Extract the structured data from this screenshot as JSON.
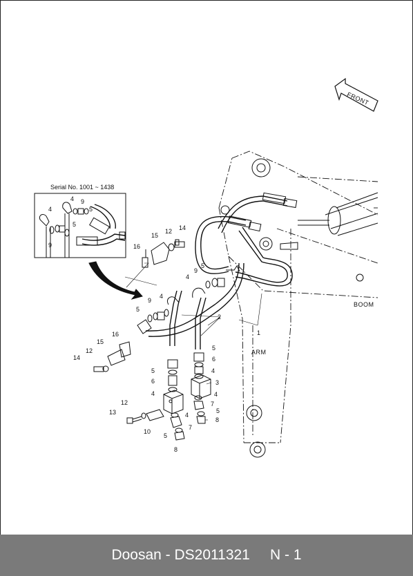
{
  "inset_title": "Serial No. 1001 ~ 1438",
  "front_label": "FRONT",
  "boom_label": "BOOM",
  "arm_label": "ARM",
  "callouts": {
    "c1": "1",
    "c2": "2",
    "c3": "3",
    "c4a": "4",
    "c4b": "4",
    "c4c": "4",
    "c4d": "4",
    "c4e": "4",
    "c4f": "4",
    "c4g": "4",
    "c5a": "5",
    "c5b": "5",
    "c5c": "5",
    "c5d": "5",
    "c5e": "5",
    "c5f": "5",
    "c5g": "5",
    "c6a": "6",
    "c6b": "6",
    "c7a": "7",
    "c7b": "7",
    "c8a": "8",
    "c8b": "8",
    "c9a": "9",
    "c9b": "9",
    "c9c": "9",
    "c9d": "9",
    "c10": "10",
    "c12a": "12",
    "c12b": "12",
    "c12c": "12",
    "c13": "13",
    "c14a": "14",
    "c14b": "14",
    "c15a": "15",
    "c15b": "15",
    "c16a": "16",
    "c16b": "16"
  },
  "footer": {
    "brand_part": "Doosan - DS2011321",
    "page_ref": "N - 1"
  }
}
